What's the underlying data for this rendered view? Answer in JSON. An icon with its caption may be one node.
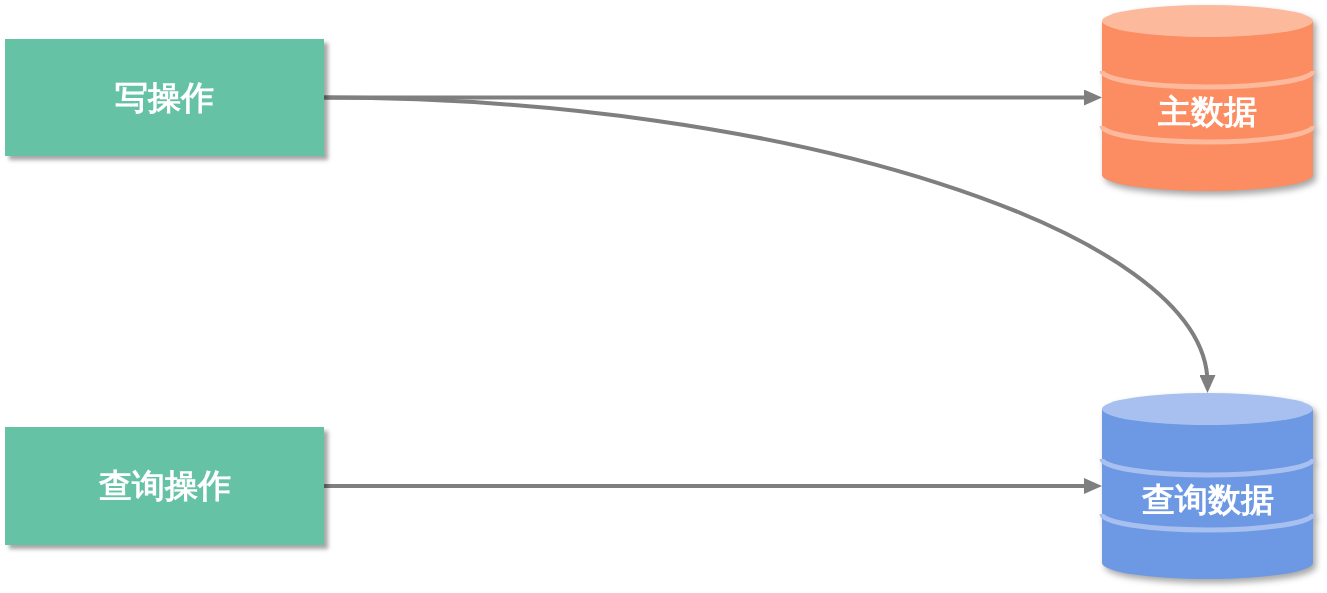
{
  "diagram": {
    "nodes": [
      {
        "text": [
          "写操作"
        ]
      },
      {
        "text": [
          "主数据"
        ]
      },
      {
        "text": [
          "查询操作"
        ]
      },
      {
        "text": [
          "查询数据"
        ]
      }
    ],
    "edges": [
      {
        "from": 0,
        "to": 1,
        "arrow": "to"
      },
      {
        "from": 0,
        "to": 3,
        "arrow": "to"
      },
      {
        "from": 2,
        "to": 3,
        "arrow": "to"
      }
    ]
  }
}
